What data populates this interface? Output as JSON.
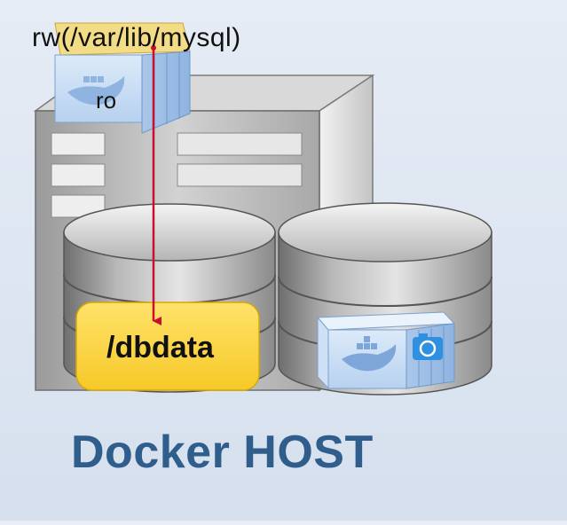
{
  "diagram": {
    "mount_label": "rw(/var/lib/mysql)",
    "container_label": "ro",
    "volume_label": "/dbdata",
    "host_label": "Docker HOST"
  },
  "colors": {
    "background": "#e9eef6",
    "volume_yellow": "#ffd84d",
    "arrow": "#c8102e",
    "host_text": "#2f5d8c",
    "container_blue": "#cfe2f7",
    "container_top_yellow": "#f3dc86"
  },
  "icons": {
    "server": "server-tower-icon",
    "disk_stack_left": "database-disk-stack-icon",
    "disk_stack_right": "database-disk-stack-icon",
    "container_top": "docker-container-icon",
    "container_right": "docker-container-icon",
    "camera": "camera-icon"
  }
}
